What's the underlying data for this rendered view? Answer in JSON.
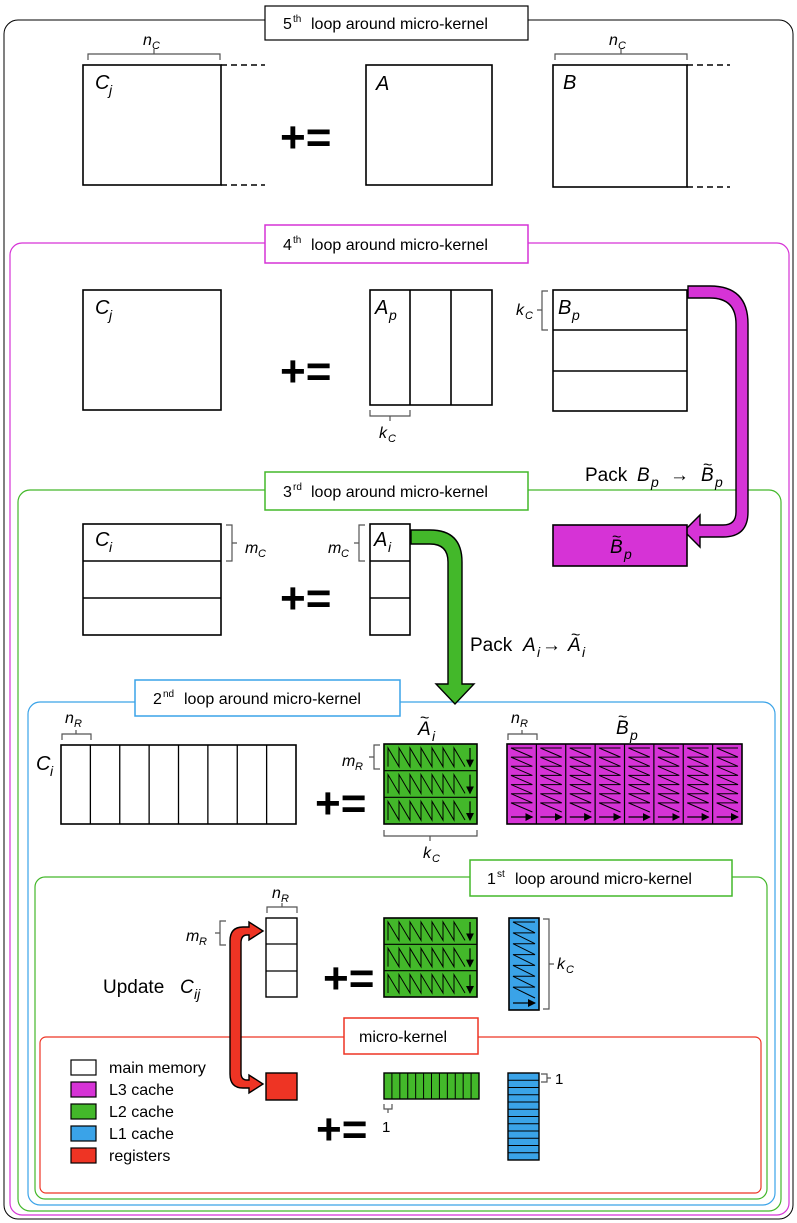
{
  "loops": {
    "l5": {
      "ord": "5",
      "sup": "th",
      "text": "loop around micro-kernel"
    },
    "l4": {
      "ord": "4",
      "sup": "th",
      "text": "loop around micro-kernel"
    },
    "l3": {
      "ord": "3",
      "sup": "rd",
      "text": "loop around micro-kernel"
    },
    "l2": {
      "ord": "2",
      "sup": "nd",
      "text": "loop around micro-kernel"
    },
    "l1": {
      "ord": "1",
      "sup": "st",
      "text": "loop around micro-kernel"
    },
    "mk": {
      "text": "micro-kernel"
    }
  },
  "symbols": {
    "update": "+=",
    "C": "C",
    "A": "A",
    "B": "B",
    "j": "j",
    "p": "p",
    "i": "i",
    "ij": "ij",
    "n": "n",
    "k": "k",
    "m": "m",
    "sub_C": "C",
    "sub_R": "R",
    "tilde": "~",
    "one": "1"
  },
  "labels": {
    "pack_prefix": "Pack",
    "arrow": "→",
    "update_prefix": "Update"
  },
  "legend": [
    {
      "label": "main memory",
      "color": "#ffffff"
    },
    {
      "label": "L3 cache",
      "color": "#d633d6"
    },
    {
      "label": "L2 cache",
      "color": "#43b82a"
    },
    {
      "label": "L1 cache",
      "color": "#3aa3e8"
    },
    {
      "label": "registers",
      "color": "#ee3424"
    }
  ],
  "colors": {
    "l5_border": "#000000",
    "l4_border": "#d633d6",
    "l3_border": "#43b82a",
    "l2_border": "#3aa3e8",
    "l1_border": "#43b82a",
    "mk_border": "#ee3424"
  }
}
